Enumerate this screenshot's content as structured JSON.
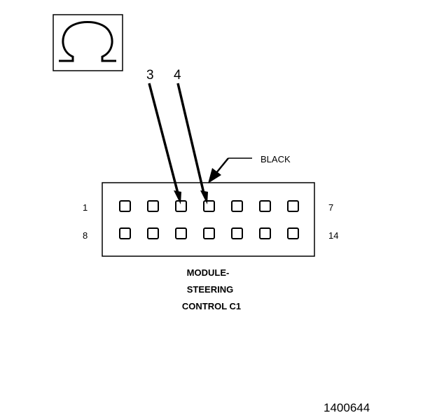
{
  "symbol": {
    "icon": "ohm-symbol-icon",
    "glyph": "Ω"
  },
  "callouts": [
    {
      "label": "3",
      "pin": 3
    },
    {
      "label": "4",
      "pin": 4
    }
  ],
  "connector_color_label": "BLACK",
  "connector": {
    "pins_per_row": 7,
    "row1": {
      "start": "1",
      "end": "7"
    },
    "row2": {
      "start": "8",
      "end": "14"
    }
  },
  "connector_name": {
    "line1": "MODULE-",
    "line2": "STEERING",
    "line3": "CONTROL C1"
  },
  "figure_number": "1400644"
}
